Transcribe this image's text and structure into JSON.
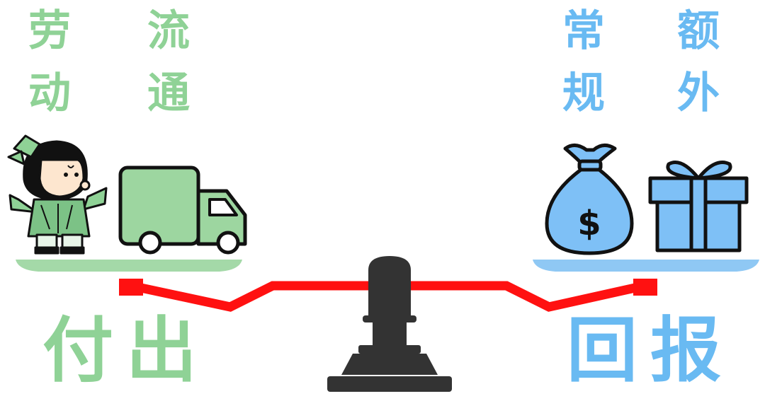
{
  "left": {
    "labels": {
      "labor_1": "劳",
      "labor_2": "动",
      "logistics_1": "流",
      "logistics_2": "通"
    },
    "footer": "付出",
    "color": "#8fd296"
  },
  "right": {
    "labels": {
      "regular_1": "常",
      "regular_2": "规",
      "extra_1": "额",
      "extra_2": "外"
    },
    "footer": "回报",
    "color": "#69baf2"
  },
  "scale": {
    "beam_color": "#ff1111",
    "stand_color": "#333333"
  },
  "icons": {
    "person": "cartoon-leaf-person-icon",
    "truck": "delivery-truck-icon",
    "money": "money-bag-icon",
    "currency": "$",
    "gift": "gift-box-icon"
  }
}
